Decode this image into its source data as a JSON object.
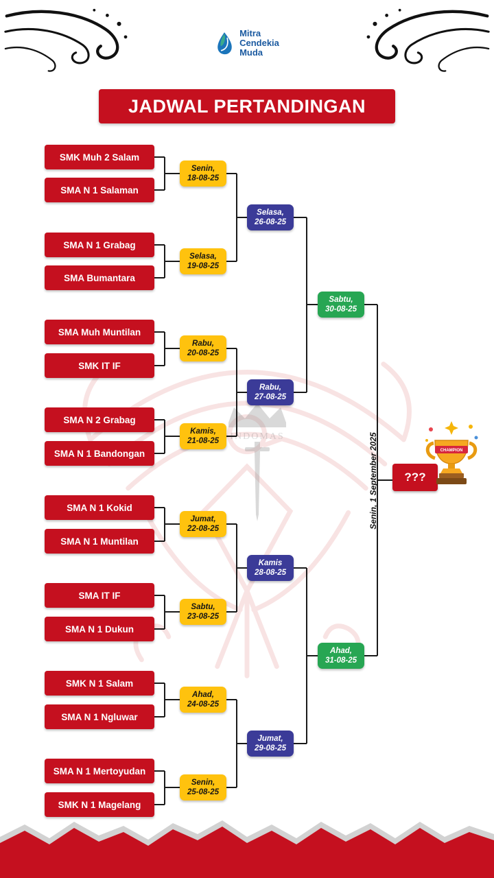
{
  "header": {
    "logo_lines": [
      "Mitra",
      "Cendekia",
      "Muda"
    ],
    "title": "JADWAL PERTANDINGAN"
  },
  "teams": [
    "SMK Muh 2 Salam",
    "SMA N 1 Salaman",
    "SMA N 1 Grabag",
    "SMA Bumantara",
    "SMA Muh Muntilan",
    "SMK IT IF",
    "SMA N 2 Grabag",
    "SMA N 1 Bandongan",
    "SMA N 1 Kokid",
    "SMA N 1 Muntilan",
    "SMA IT IF",
    "SMA N 1 Dukun",
    "SMK N 1 Salam",
    "SMA N 1 Ngluwar",
    "SMA N 1 Mertoyudan",
    "SMK N 1 Magelang"
  ],
  "round1_dates": [
    {
      "day": "Senin,",
      "date": "18-08-25"
    },
    {
      "day": "Selasa,",
      "date": "19-08-25"
    },
    {
      "day": "Rabu,",
      "date": "20-08-25"
    },
    {
      "day": "Kamis,",
      "date": "21-08-25"
    },
    {
      "day": "Jumat,",
      "date": "22-08-25"
    },
    {
      "day": "Sabtu,",
      "date": "23-08-25"
    },
    {
      "day": "Ahad,",
      "date": "24-08-25"
    },
    {
      "day": "Senin,",
      "date": "25-08-25"
    }
  ],
  "round2_dates": [
    {
      "day": "Selasa,",
      "date": "26-08-25"
    },
    {
      "day": "Rabu,",
      "date": "27-08-25"
    },
    {
      "day": "Kamis",
      "date": "28-08-25"
    },
    {
      "day": "Jumat,",
      "date": "29-08-25"
    }
  ],
  "round3_dates": [
    {
      "day": "Sabtu,",
      "date": "30-08-25"
    },
    {
      "day": "Ahad,",
      "date": "31-08-25"
    }
  ],
  "final": {
    "date_label": "Senin, 1 September 2025",
    "winner_placeholder": "???",
    "trophy_ribbon": "CHAMPION"
  },
  "watermark": {
    "text": "INDOMAS"
  },
  "colors": {
    "red": "#C5101F",
    "yellow": "#FFC20E",
    "blue": "#3B3B98",
    "green": "#27A653",
    "logo_blue": "#1B5AA0"
  }
}
